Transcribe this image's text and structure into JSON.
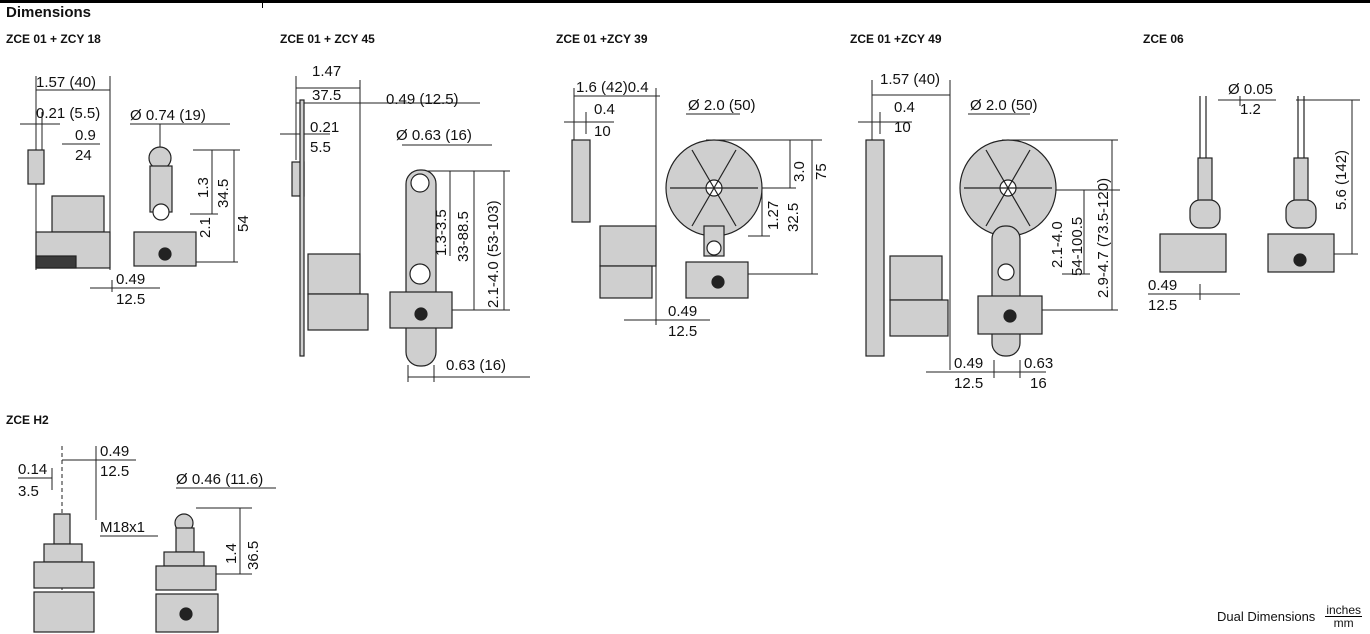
{
  "heading": "Dimensions",
  "views": {
    "v1": {
      "title": "ZCE 01 + ZCY 18",
      "dims": [
        "1.57 (40)",
        "0.21 (5.5)",
        "Ø 0.74 (19)",
        "0.9",
        "24",
        "1.3",
        "34.5",
        "2.1",
        "54",
        "0.49",
        "12.5"
      ]
    },
    "v2": {
      "title": "ZCE 01 + ZCY 45",
      "dims": [
        "1.47",
        "37.5",
        "0.49 (12.5)",
        "0.21",
        "5.5",
        "Ø 0.63 (16)",
        "1.3-3.5",
        "33-88.5",
        "2.1-4.0 (53-103)",
        "0.63 (16)"
      ]
    },
    "v3": {
      "title": "ZCE 01 +ZCY 39",
      "dims": [
        "1.6 (42)0.4",
        "0.4",
        "10",
        "Ø 2.0 (50)",
        "3.0",
        "75",
        "1.27",
        "32.5",
        "0.49",
        "12.5"
      ]
    },
    "v4": {
      "title": "ZCE 01 +ZCY 49",
      "dims": [
        "1.57 (40)",
        "0.4",
        "10",
        "Ø 2.0 (50)",
        "2.1-4.0",
        "54-100.5",
        "2.9-4.7 (73.5-120)",
        "0.49",
        "12.5",
        "0.63",
        "16"
      ]
    },
    "v5": {
      "title": "ZCE 06",
      "dims": [
        "Ø 0.05",
        "1.2",
        "5.6 (142)",
        "0.49",
        "12.5"
      ]
    },
    "v6": {
      "title": "ZCE H2",
      "dims": [
        "0.49",
        "12.5",
        "0.14",
        "3.5",
        "Ø 0.46 (11.6)",
        "M18x1",
        "1.4",
        "36.5"
      ]
    }
  },
  "legend": {
    "label": "Dual Dimensions",
    "numerator": "inches",
    "denominator": "mm"
  },
  "colors": {
    "body_gray": "#cfcfcf",
    "dark": "#3a3a3a",
    "line": "#222222"
  }
}
